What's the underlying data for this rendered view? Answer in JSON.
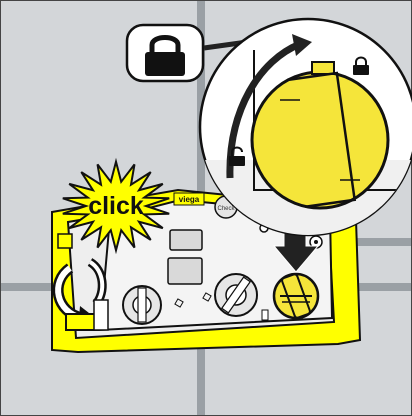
{
  "illustration": {
    "callout_text": "click",
    "brand_label": "viega",
    "small_label": "Check",
    "colors": {
      "wall": "#d3d6d9",
      "tile_joint": "#9aa0a5",
      "frame": "#ffff00",
      "plate": "#f2f2f2",
      "knob": "#f5e53a",
      "outline": "#111111",
      "arrow": "#222222"
    },
    "icons": {
      "lock_large": "padlock-closed-icon",
      "lock_small_top": "padlock-closed-icon",
      "lock_small_left": "padlock-open-icon",
      "rotation": "rotate-arrow-icon",
      "pointer": "pointer-arrow-icon"
    }
  }
}
